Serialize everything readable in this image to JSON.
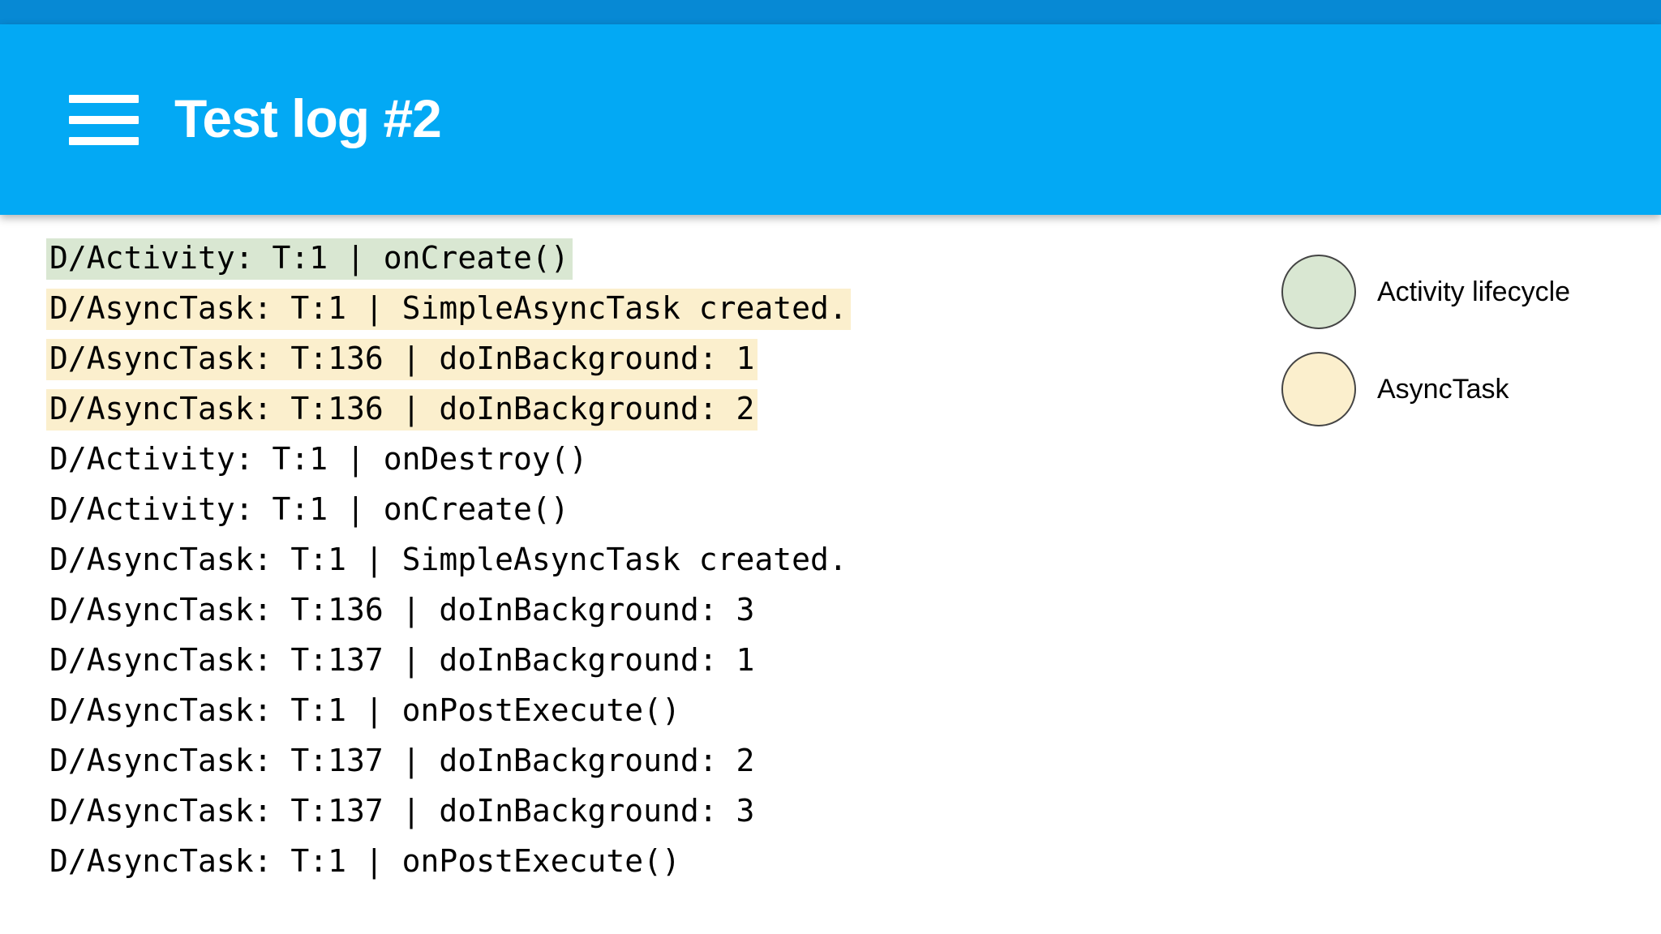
{
  "theme": {
    "top_strip_color": "#0789d4",
    "app_bar_color": "#03a9f4",
    "page_background": "#ffffff",
    "highlight_activity": "#d9e7d2",
    "highlight_asynctask": "#fbefcd",
    "text_color": "#000000",
    "title_color": "#ffffff",
    "swatch_border_color": "#444444"
  },
  "app_bar": {
    "title": "Test log #2",
    "menu_icon": "hamburger-menu-icon"
  },
  "log": {
    "lines": [
      {
        "text": "D/Activity: T:1 | onCreate()",
        "highlight": "green"
      },
      {
        "text": "D/AsyncTask: T:1 | SimpleAsyncTask created.",
        "highlight": "yellow"
      },
      {
        "text": "D/AsyncTask: T:136 | doInBackground: 1",
        "highlight": "yellow"
      },
      {
        "text": "D/AsyncTask: T:136 | doInBackground: 2",
        "highlight": "yellow"
      },
      {
        "text": "D/Activity: T:1 | onDestroy()",
        "highlight": "none"
      },
      {
        "text": "D/Activity: T:1 | onCreate()",
        "highlight": "none"
      },
      {
        "text": "D/AsyncTask: T:1 | SimpleAsyncTask created.",
        "highlight": "none"
      },
      {
        "text": "D/AsyncTask: T:136 | doInBackground: 3",
        "highlight": "none"
      },
      {
        "text": "D/AsyncTask: T:137 | doInBackground: 1",
        "highlight": "none"
      },
      {
        "text": "D/AsyncTask: T:1 | onPostExecute()",
        "highlight": "none"
      },
      {
        "text": "D/AsyncTask: T:137 | doInBackground: 2",
        "highlight": "none"
      },
      {
        "text": "D/AsyncTask: T:137 | doInBackground: 3",
        "highlight": "none"
      },
      {
        "text": "D/AsyncTask: T:1 | onPostExecute()",
        "highlight": "none"
      }
    ]
  },
  "legend": {
    "items": [
      {
        "label": "Activity lifecycle",
        "color": "#d9e7d2",
        "swatch_name": "legend-swatch-activity-lifecycle"
      },
      {
        "label": "AsyncTask",
        "color": "#fbefcd",
        "swatch_name": "legend-swatch-asynctask"
      }
    ]
  }
}
